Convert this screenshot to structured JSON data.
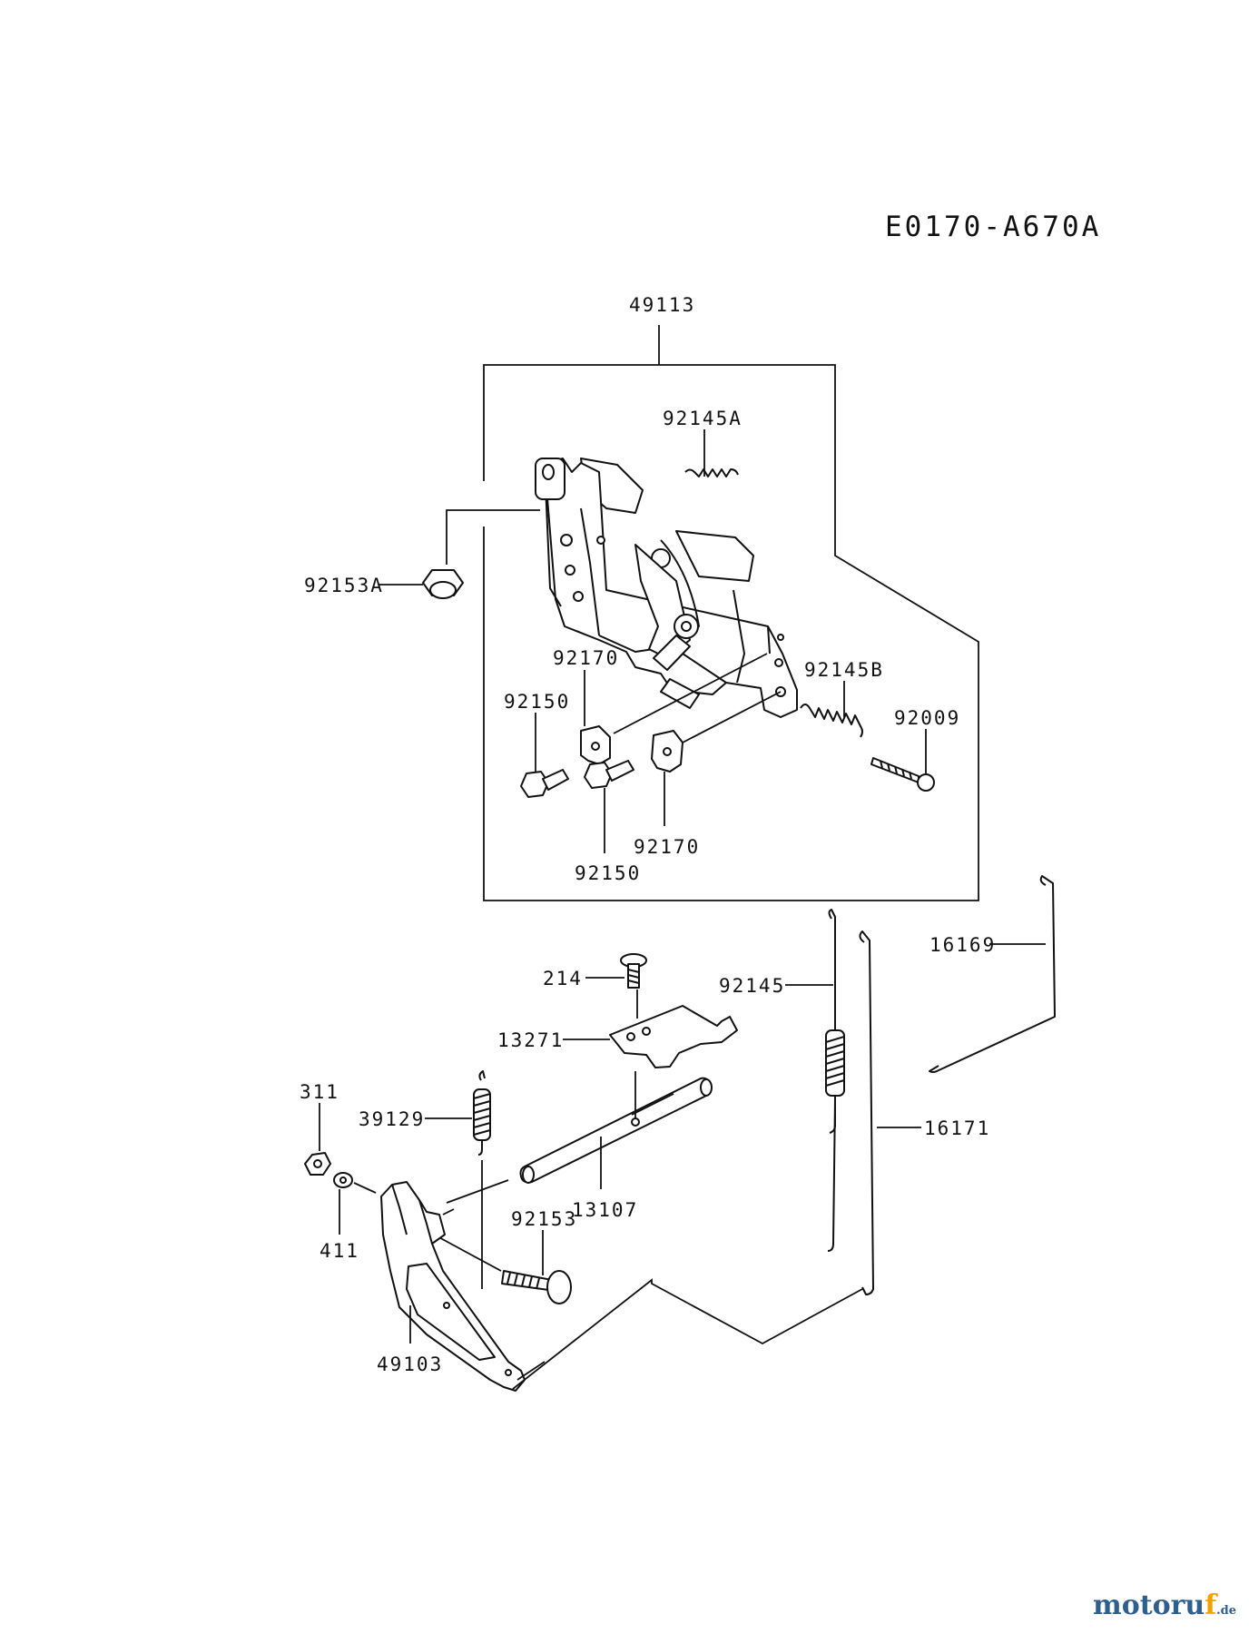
{
  "diagram": {
    "code": "E0170-A670A",
    "labels": {
      "p49113": "49113",
      "p92145A": "92145A",
      "p92153A": "92153A",
      "p92170a": "92170",
      "p92150a": "92150",
      "p92145B": "92145B",
      "p92009": "92009",
      "p92170b": "92170",
      "p92150b": "92150",
      "p16169": "16169",
      "p214": "214",
      "p92145": "92145",
      "p13271": "13271",
      "p311": "311",
      "p39129": "39129",
      "p16171": "16171",
      "p13107": "13107",
      "p92153": "92153",
      "p411": "411",
      "p49103": "49103"
    }
  },
  "watermark": {
    "main": "motoru",
    "accent": "f",
    "tld": ".de"
  }
}
